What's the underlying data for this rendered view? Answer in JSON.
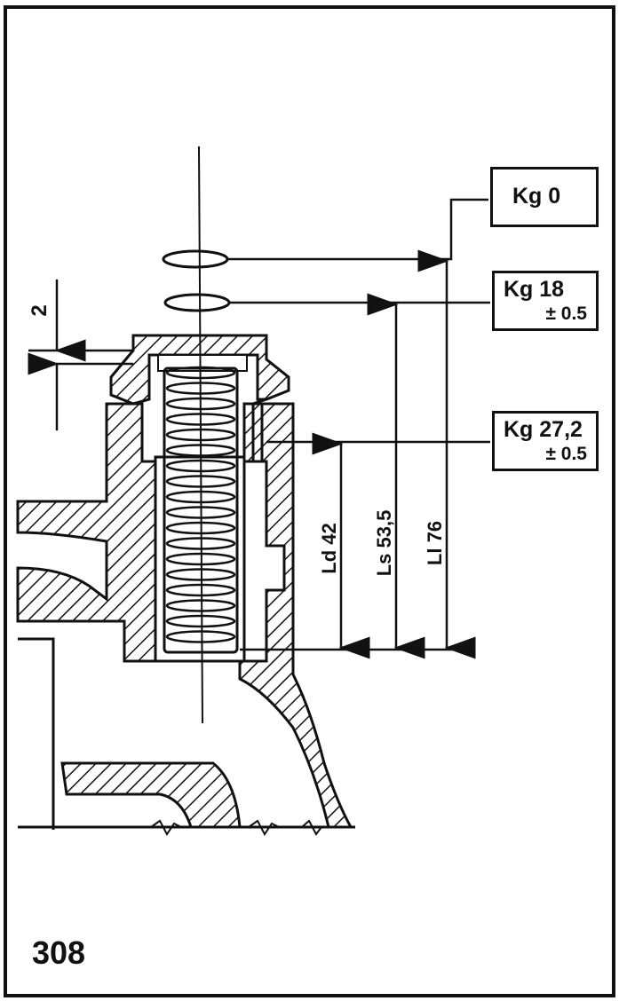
{
  "figure_number": "308",
  "gap_label": "2",
  "loads": [
    {
      "line1": "Kg  0",
      "line2": ""
    },
    {
      "line1": "Kg  18",
      "line2": "± 0.5"
    },
    {
      "line1": "Kg 27,2",
      "line2": "± 0.5"
    }
  ],
  "lengths": [
    {
      "label": "Ld  42"
    },
    {
      "label": "Ls  53,5"
    },
    {
      "label": "Ll  76"
    }
  ]
}
